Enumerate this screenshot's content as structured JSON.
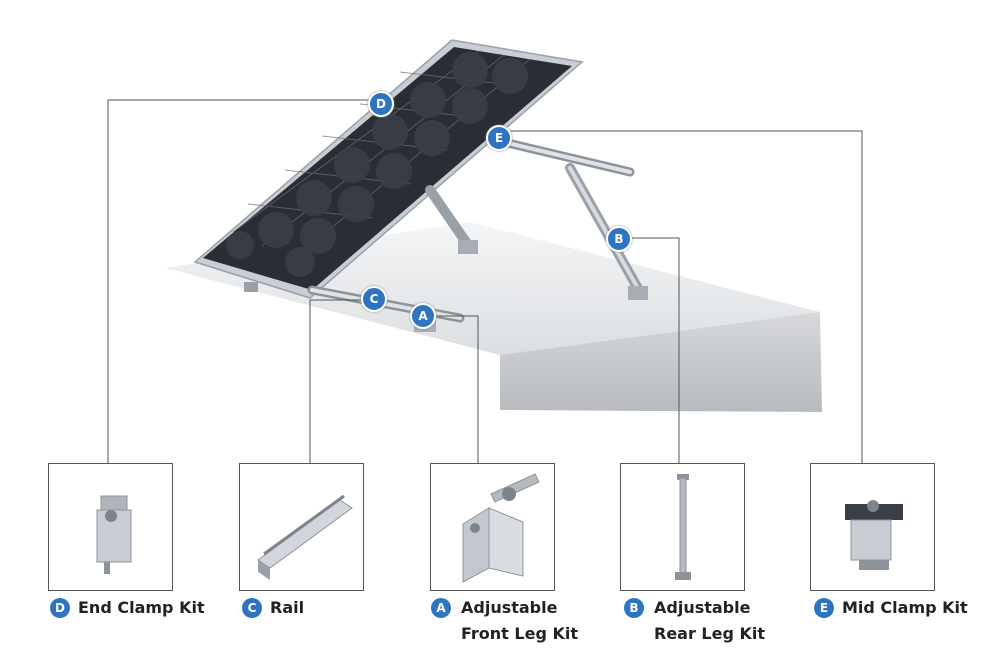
{
  "callouts": [
    {
      "letter": "D",
      "line1": "End Clamp Kit",
      "line2": ""
    },
    {
      "letter": "C",
      "line1": "Rail",
      "line2": ""
    },
    {
      "letter": "A",
      "line1": "Adjustable",
      "line2": "Front Leg Kit"
    },
    {
      "letter": "B",
      "line1": "Adjustable",
      "line2": "Rear Leg Kit"
    },
    {
      "letter": "E",
      "line1": "Mid Clamp Kit",
      "line2": ""
    }
  ],
  "colors": {
    "badge": "#2f74c0",
    "panel_cell": "#2a2d33",
    "panel_frame": "#c9ced6",
    "aluminum": "#b9bec6",
    "platform_top": "#e6e8ea",
    "platform_side": "#c8cacc",
    "leader_line": "#555555"
  }
}
